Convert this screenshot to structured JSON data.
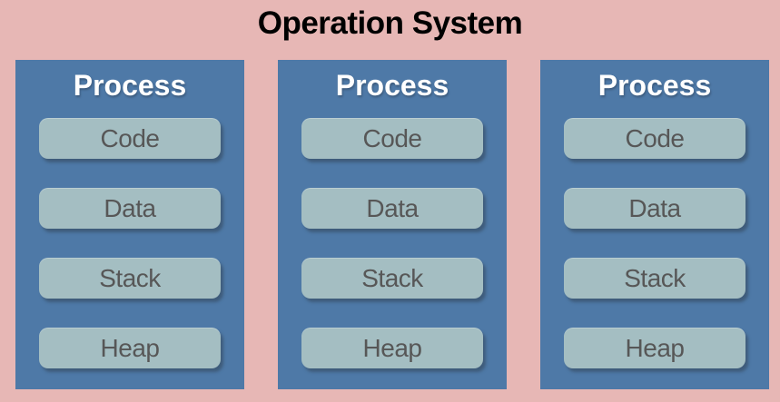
{
  "title": "Operation System",
  "colors": {
    "background": "#e7b7b5",
    "process_box": "#4e79a7",
    "segment_box": "#a4bec2",
    "segment_text": "#575757",
    "process_title_text": "#ffffff",
    "title_text": "#000000"
  },
  "processes": [
    {
      "label": "Process",
      "segments": [
        "Code",
        "Data",
        "Stack",
        "Heap"
      ]
    },
    {
      "label": "Process",
      "segments": [
        "Code",
        "Data",
        "Stack",
        "Heap"
      ]
    },
    {
      "label": "Process",
      "segments": [
        "Code",
        "Data",
        "Stack",
        "Heap"
      ]
    }
  ]
}
